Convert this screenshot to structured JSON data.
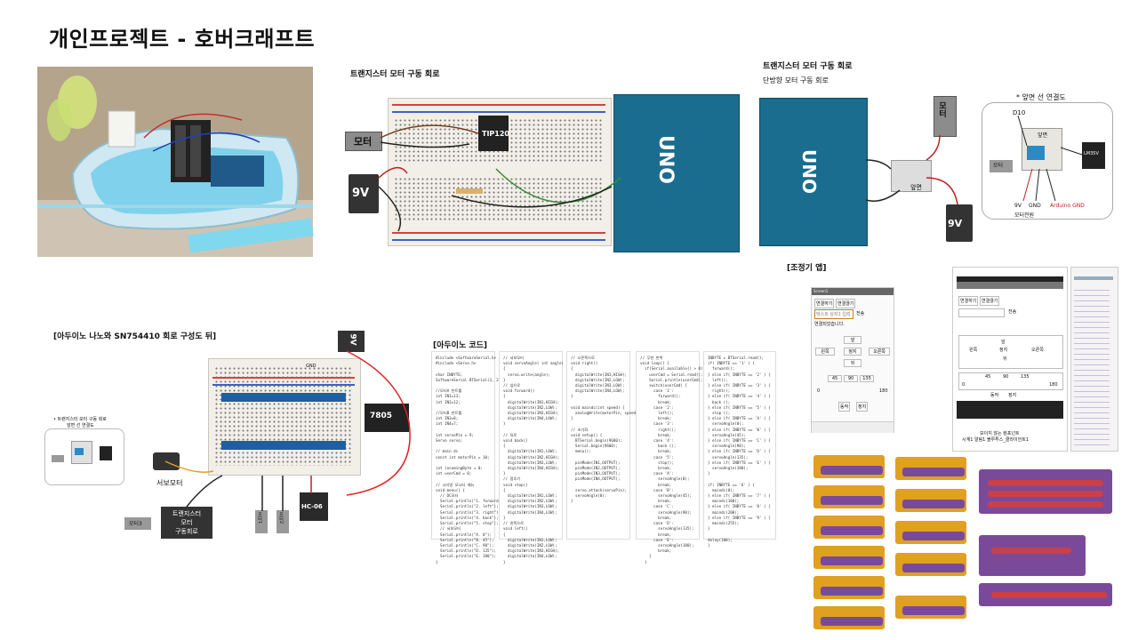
{
  "page_title": "개인프로젝트 - 호버크래프트",
  "sections": {
    "transistor_circuit_left": {
      "caption": "트랜지스터 모터 구동 회로",
      "motor_label": "모터",
      "battery_label": "9V",
      "transistor_label": "TIP120"
    },
    "transistor_circuit_right": {
      "caption": "트랜지스터 모터 구동 회로",
      "subcaption": "단방향 모터 구동 회로",
      "motor_label": "모터",
      "battery_label": "9V",
      "board_label": "앞면"
    },
    "wiring_diagram": {
      "caption": "* 앞면 선 연결도",
      "pin_label": "D10",
      "front_label": "앞면",
      "motor_label": "모터",
      "chip_label": "LM35V",
      "v9_label": "9V",
      "gnd_label": "GND",
      "arduino_gnd_label": "Arduino GND",
      "motor_power_label": "모터전원"
    },
    "nano_circuit": {
      "caption": "[아두이노 나노와 SN754410 회로 구성도 뒤]",
      "battery_label": "9V",
      "regulator_label": "7805",
      "gnd_label": "GND",
      "servo_label": "서보모터",
      "driver_label_line1": "트랜지스터",
      "driver_label_line2": "모터",
      "driver_label_line3": "구동회로",
      "motor3_label": "모터3",
      "motor1_label": "모터1",
      "motor2_label": "모터2",
      "bt_label": "HC-06",
      "inset_line1": "• 트랜지스터 모터 구동 회로",
      "inset_line2": "앞면 선 연결도"
    },
    "arduino_code": {
      "caption": "[아두이노 코드]",
      "columns": [
        "#include <SoftwareSerial.h>\n#include <Servo.h>\n\nchar INBYTE;\nSoftwareSerial BTSerial(3, 2);\n\n//모터A 핀트롤\nint IN1=13;\nint IN2=12;\n\n//모터B 핀트롤\nint IN3=8;\nint IN4=7;\n\nint servoPin = 9;\nServo servo;\n\n// main dc\nconst int motorPin = 10;\n\nint incomingByte = 0;\nint userCmd = 0;\n\n// 시리얼 모니터 메뉴\nvoid menu() {\n  // DC모터\n  Serial.println(\"1. forward\");\n  Serial.println(\"2. left\");\n  Serial.println(\"3. right\");\n  Serial.println(\"4. back\");\n  Serial.println(\"5. stop\");\n  // 서보모터\n  Serial.println(\"A. 0\");\n  Serial.println(\"B. 45\");\n  Serial.println(\"C. 90\");\n  Serial.println(\"D. 135\");\n  Serial.println(\"E. 180\");\n}",
        "// 서보모터\nvoid servoAngle( int angle)\n{\n  servo.write(angle);\n}\n// 앞으로\nvoid forward()\n{\n  digitalWrite(IN1,HIGH);\n  digitalWrite(IN2,LOW);\n  digitalWrite(IN3,HIGH);\n  digitalWrite(IN4,LOW);\n}\n\n// 뒤로\nvoid back()\n{\n  digitalWrite(IN1,LOW);\n  digitalWrite(IN2,HIGH);\n  digitalWrite(IN3,LOW);\n  digitalWrite(IN4,HIGH);\n}\n// 멈추기\nvoid stop()\n{\n  digitalWrite(IN1,LOW);\n  digitalWrite(IN2,LOW);\n  digitalWrite(IN3,LOW);\n  digitalWrite(IN4,LOW);\n}\n// 왼쪽으로\nvoid left()\n{\n  digitalWrite(IN1,LOW);\n  digitalWrite(IN2,LOW);\n  digitalWrite(IN3,HIGH);\n  digitalWrite(IN4,LOW);\n}",
        "// 오른쪽으로\nvoid right()\n{\n  digitalWrite(IN1,HIGH);\n  digitalWrite(IN2,LOW);\n  digitalWrite(IN3,LOW);\n  digitalWrite(IN4,LOW);\n}\n\nvoid maindc(int speed) {\n  analogWrite(motorPin, speed);\n}\n\n// 초기화\nvoid setup() {\n  BTSerial.begin(9600);\n  Serial.begin(9600);\n  menu();\n\n  pinMode(IN1,OUTPUT);\n  pinMode(IN2,OUTPUT);\n  pinMode(IN3,OUTPUT);\n  pinMode(IN4,OUTPUT);\n\n  servo.attach(servoPin);\n  servoAngle(0);\n}",
        "// 무한 반복\nvoid loop() {\n  if(Serial.available() > 0) {\n    userCmd = Serial.read();\n    Serial.println(userCmd);\n    switch(userCmd) {\n      case '1':\n        forward();\n        break;\n      case '2':\n        left();\n        break;\n      case '3':\n        right();\n        break;\n      case '4':\n        back ();\n        break;\n      case '5':\n        stop();\n        break;\n      case 'A':\n        servoAngle(0);\n        break;\n      case 'B':\n        servoAngle(45);\n        break;\n      case 'C':\n        servoAngle(90);\n        break;\n      case 'D':\n        servoAngle(135);\n        break;\n      case 'E':\n        servoAngle(180);\n        break;\n    }\n  }",
        "INBYTE = BTSerial.read();\nif( INBYTE == '1' ) {\n  forward();\n} else if( INBYTE == '2' ) {\n  left();\n} else if( INBYTE == '3' ) {\n  right();\n} else if( INBYTE == '4' ) {\n  back ();\n} else if( INBYTE == '5' ) {\n  stop ();\n} else if( INBYTE == 'A' ) {\n  servoAngle(0);\n} else if( INBYTE == 'B' ) {\n  servoAngle(45);\n} else if( INBYTE == 'C' ) {\n  servoAngle(90);\n} else if( INBYTE == 'D' ) {\n  servoAngle(135);\n} else if( INBYTE == 'E' ) {\n  servoAngle(180);\n}\n\nif( INBYTE == '6' ) {\n  maindc(0);\n} else if( INBYTE == '7' ) {\n  maindc(100);\n} else if( INBYTE == '8' ) {\n  maindc(200);\n} else if( INBYTE == '9' ) {\n  maindc(255);\n}\n\ndelay(100);\n}"
      ]
    },
    "controller_app": {
      "caption": "[조정기 앱]",
      "mock1": {
        "title": "Screen1",
        "btn_connect": "연결하기",
        "btn_disconnect": "연결끊기",
        "input_placeholder": "텍스트 상자1 입력",
        "send": "전송",
        "status": "연결되었습니다.",
        "front": "앞",
        "left": "왼쪽",
        "stop": "정지",
        "right": "오른쪽",
        "back": "뒤",
        "angles": [
          "45",
          "90",
          "135"
        ],
        "zero": "0",
        "max": "180",
        "run": "동작",
        "halt": "정지"
      },
      "mock2": {
        "btn_connect": "연결하기",
        "btn_disconnect": "연결끊기",
        "send": "전송",
        "front": "앞",
        "left": "왼쪽",
        "stop": "정지",
        "right": "오른쪽",
        "back": "뒤",
        "angles": [
          "45",
          "90",
          "135"
        ],
        "zero": "0",
        "max": "180",
        "run": "동작",
        "halt": "정지",
        "bottom1": "보이지 않는 컴포넌트",
        "bottom2": "시계1 알림1 블루투스_클라이언트1"
      }
    }
  },
  "colors": {
    "photo_bg": "#a8937a",
    "breadboard": "#f1efe7",
    "arduino": "#1a6d8e",
    "block_orange": "#e0a020",
    "block_purple": "#7a4a9a",
    "block_red": "#c8404a"
  }
}
